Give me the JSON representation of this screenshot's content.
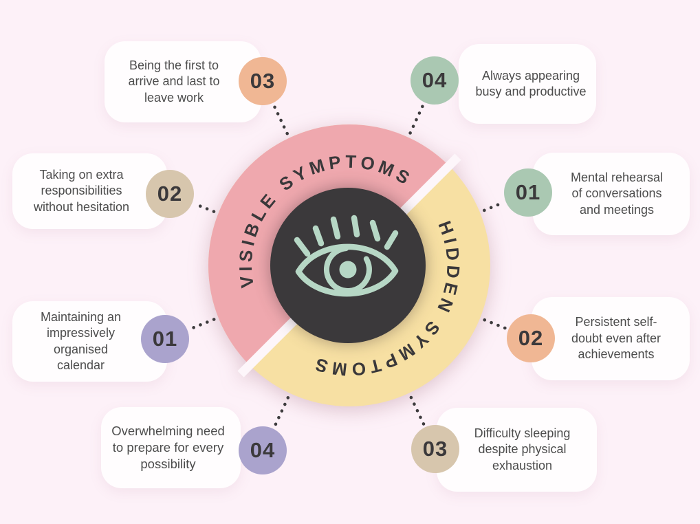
{
  "palette": {
    "background": "#fdf1f8",
    "card_background": "#fffdfe",
    "card_text": "#4c4c4c",
    "badge_number_text": "#3b393b",
    "center_circle": "#3b393b",
    "eye_icon": "#b6d7c5",
    "connector_dots": "#3e3c3e",
    "arc_label_text": "#3a383a",
    "arc_gap": "#fdf6fa"
  },
  "center": {
    "icon": "eye"
  },
  "groups": [
    {
      "label": "VISIBLE SYMPTOMS",
      "arc_color": "#efa8ae",
      "items": [
        {
          "number": "01",
          "text": "Maintaining an impressively organised calendar",
          "badge_color": "#aaa3cd"
        },
        {
          "number": "02",
          "text": "Taking on extra responsibilities without hesitation",
          "badge_color": "#d7c6ad"
        },
        {
          "number": "03",
          "text": "Being the first to arrive and last to leave work",
          "badge_color": "#f0b794"
        },
        {
          "number": "04",
          "text": "Overwhelming need to prepare for every possibility",
          "badge_color": "#aaa3cd"
        }
      ]
    },
    {
      "label": "HIDDEN SYMPTOMS",
      "arc_color": "#f7e0a3",
      "items": [
        {
          "number": "01",
          "text": "Mental rehearsal of conversations and meetings",
          "badge_color": "#aac8b2"
        },
        {
          "number": "02",
          "text": "Persistent self-doubt even after achievements",
          "badge_color": "#f0b794"
        },
        {
          "number": "03",
          "text": "Difficulty sleeping despite physical exhaustion",
          "badge_color": "#d7c6ad"
        },
        {
          "number": "04",
          "text": "Always appearing busy and productive",
          "badge_color": "#aac8b2"
        }
      ]
    }
  ]
}
